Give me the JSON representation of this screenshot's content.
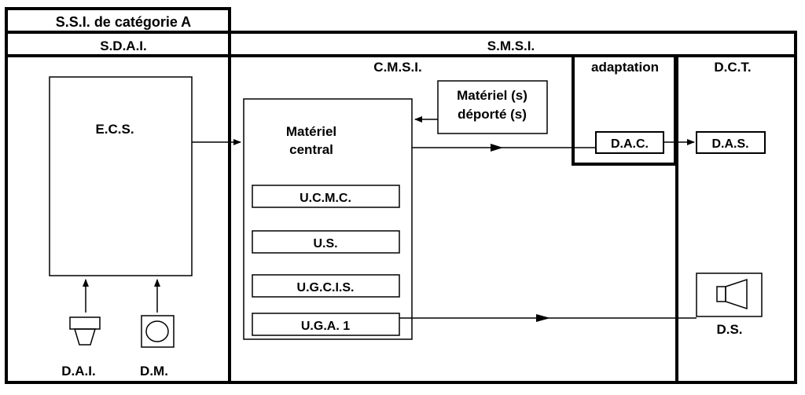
{
  "diagram": {
    "title": "S.S.I. de catégorie A",
    "sdai": {
      "label": "S.D.A.I.",
      "ecs_label": "E.C.S.",
      "dai_label": "D.A.I.",
      "dm_label": "D.M."
    },
    "smsi": {
      "label": "S.M.S.I.",
      "cmsi": {
        "label": "C.M.S.I.",
        "central_line1": "Matériel",
        "central_line2": "central",
        "units": [
          "U.C.M.C.",
          "U.S.",
          "U.G.C.I.S.",
          "U.G.A. 1"
        ],
        "remote_line1": "Matériel (s)",
        "remote_line2": "déporté (s)"
      },
      "adaptation": {
        "label": "adaptation",
        "dac_label": "D.A.C."
      },
      "dct": {
        "label": "D.C.T.",
        "das_label": "D.A.S.",
        "ds_label": "D.S."
      }
    },
    "icons": [
      "dai-detector-icon",
      "dm-manual-call-point-icon",
      "ds-speaker-icon"
    ]
  }
}
